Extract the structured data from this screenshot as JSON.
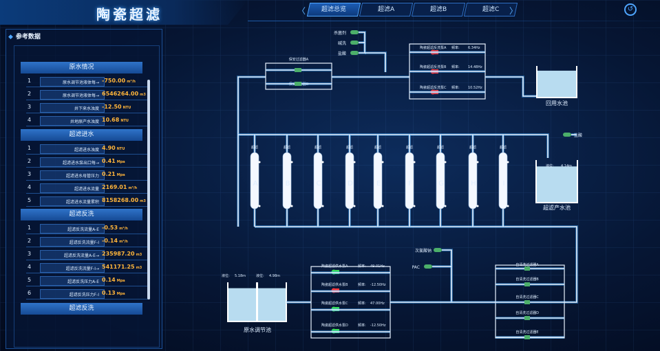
{
  "header": {
    "title": "陶瓷超滤",
    "tabs": [
      "超滤总览",
      "超滤A",
      "超滤B",
      "超滤C"
    ],
    "prev_arrow": "〈",
    "next_arrow": "〉",
    "back_icon": "↺"
  },
  "panel": {
    "title": "参考数据",
    "sections": [
      {
        "label": "原水情况",
        "rows": [
          {
            "idx": "1",
            "name": "原水调节池液体每→",
            "value": "-750.00",
            "unit": "m³/h"
          },
          {
            "idx": "2",
            "name": "原水调节池液体每→",
            "value": "6546264.00",
            "unit": "m3"
          },
          {
            "idx": "3",
            "name": "井下来水浊度",
            "value": "-12.50",
            "unit": "NTU"
          },
          {
            "idx": "4",
            "name": "井地原产水浊度",
            "value": "10.68",
            "unit": "NTU"
          }
        ]
      },
      {
        "label": "超滤进水",
        "rows": [
          {
            "idx": "1",
            "name": "超滤进水浊度",
            "value": "4.90",
            "unit": "NTU"
          },
          {
            "idx": "2",
            "name": "超滤进水泵出口每→",
            "value": "0.41",
            "unit": "Mpa"
          },
          {
            "idx": "3",
            "name": "超滤进水母管压力",
            "value": "0.21",
            "unit": "Mpa"
          },
          {
            "idx": "4",
            "name": "超滤进水流量",
            "value": "2169.01",
            "unit": "m³/h"
          },
          {
            "idx": "5",
            "name": "超滤进水流量累积",
            "value": "8158268.00",
            "unit": "m3"
          }
        ]
      },
      {
        "label": "超滤反洗",
        "rows": [
          {
            "idx": "1",
            "name": "超滤反洗流量A-E",
            "value": "-0.53",
            "unit": "m³/h"
          },
          {
            "idx": "2",
            "name": "超滤反洗流量F-I",
            "value": "-0.14",
            "unit": "m³/h"
          },
          {
            "idx": "3",
            "name": "超滤反洗流量A-E→",
            "value": "235987.20",
            "unit": "m3"
          },
          {
            "idx": "4",
            "name": "超滤反洗流量F-I→",
            "value": "541171.25",
            "unit": "m3"
          },
          {
            "idx": "5",
            "name": "超滤反洗压力A-E",
            "value": "0.14",
            "unit": "Mpa"
          },
          {
            "idx": "6",
            "name": "超滤反洗压力F-I",
            "value": "0.13",
            "unit": "Mpa"
          }
        ]
      },
      {
        "label": "超滤反洗",
        "rows": []
      }
    ]
  },
  "diagram": {
    "chem_top": [
      "杀菌剂",
      "碱洗",
      "盐酸"
    ],
    "security_filters": [
      "保安过滤器A",
      "保安过滤器B"
    ],
    "backwash_pumps": [
      {
        "name": "陶瓷超滤反洗泵A",
        "freq_label": "频率:",
        "freq": "6.34Hz"
      },
      {
        "name": "陶瓷超滤反洗泵B",
        "freq_label": "频率:",
        "freq": "14.48Hz"
      },
      {
        "name": "陶瓷超滤反洗泵C",
        "freq_label": "频率:",
        "freq": "10.52Hz"
      }
    ],
    "reuse_tank": "回用水池",
    "salt_acid_right": "盐酸",
    "uf_label": "超滤",
    "uf_units": [
      "A",
      "B",
      "C",
      "D",
      "E",
      "F",
      "G",
      "H",
      "I"
    ],
    "product_tank": {
      "name": "超滤产水池",
      "level_label": "液位:",
      "level": "4.14m"
    },
    "chem_bottom": [
      "次氯酸钠",
      "PAC"
    ],
    "feed_pumps": [
      {
        "name": "陶瓷超滤供水泵A",
        "freq_label": "频率:",
        "freq": "49.01Hz"
      },
      {
        "name": "陶瓷超滤供水泵B",
        "freq_label": "频率:",
        "freq": "-12.50Hz"
      },
      {
        "name": "陶瓷超滤供水泵C",
        "freq_label": "频率:",
        "freq": "47.00Hz"
      },
      {
        "name": "陶瓷超滤供水泵D",
        "freq_label": "频率:",
        "freq": "-12.50Hz"
      }
    ],
    "raw_tank": {
      "name": "原水调节池",
      "level1_label": "液位:",
      "level1": "5.18m",
      "level2_label": "液位:",
      "level2": "4.98m"
    },
    "self_clean_filters": [
      "自清洗过滤器A",
      "自清洗过滤器B",
      "自清洗过滤器C",
      "自清洗过滤器D",
      "自清洗过滤器E"
    ],
    "colors": {
      "pipe": "#e8f2ff",
      "pipe_glow": "#3fa9ff",
      "pump_red": "#ff3b3b",
      "pump_green": "#3bdc5a",
      "valve_green": "#4caf6a",
      "tank": "#b8dcf0"
    }
  }
}
